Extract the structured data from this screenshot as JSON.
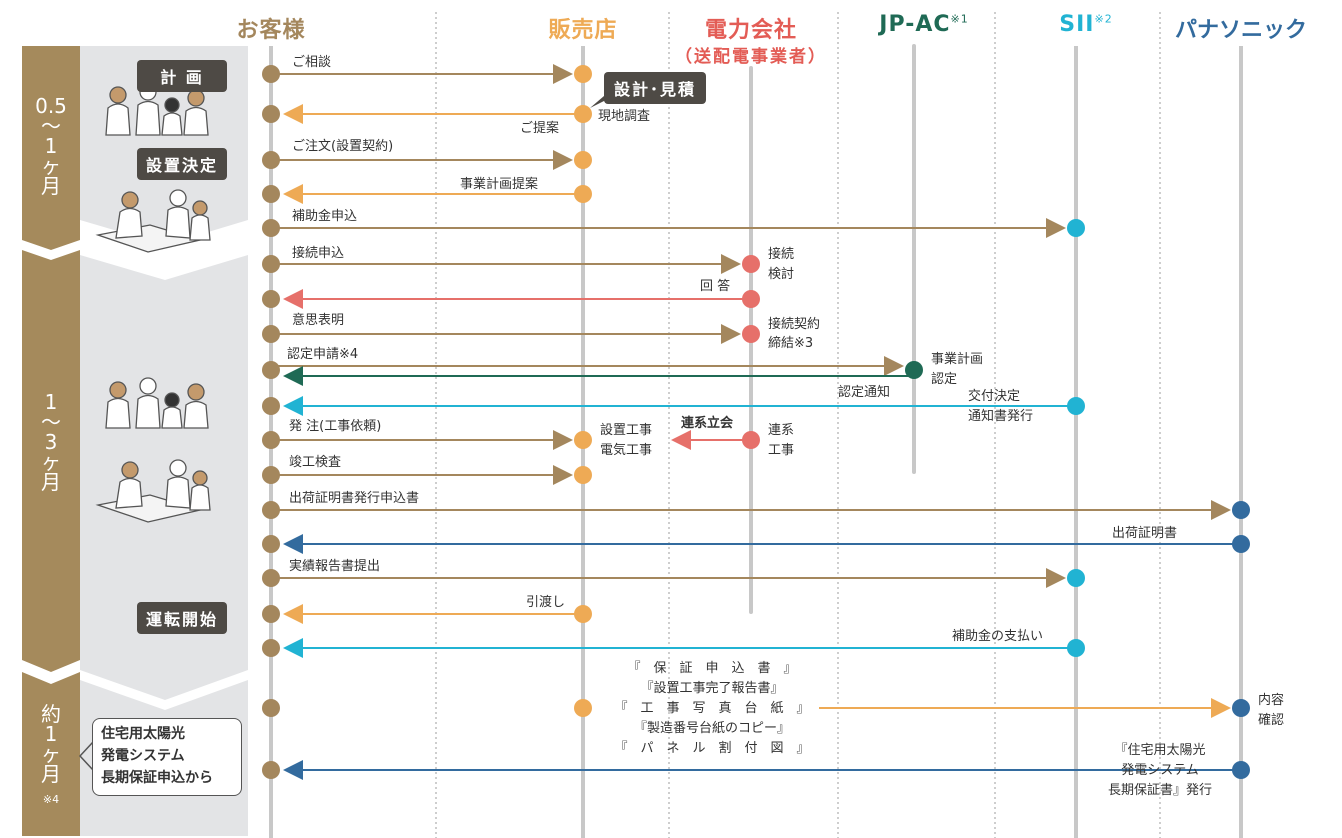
{
  "headers": {
    "customer": "お客様",
    "dealer": "販売店",
    "power": "電力会社",
    "power_sub": "（送配電事業者）",
    "jpac": "JP-AC",
    "jpac_note": "※1",
    "sii": "SII",
    "sii_note": "※2",
    "panasonic": "パナソニック"
  },
  "periods": {
    "p1": "0.5\n〜\n1\nヶ\n月",
    "p2": "1\n〜\n3\nヶ\n月",
    "p3": "約\n1\nヶ\n月",
    "p3_note": "※4"
  },
  "tags": {
    "plan": "計 画",
    "decide": "設置決定",
    "design": "設計･見積",
    "start": "運転開始"
  },
  "note_box": "住宅用太陽光\n発電システム\n長期保証申込から",
  "labels": {
    "consult": "ご相談",
    "proposal": "ご提案",
    "survey": "現地調査",
    "order": "ご注文(設置契約)",
    "bizplan": "事業計画提案",
    "subsidy_apply": "補助金申込",
    "conn_apply": "接続申込",
    "conn_review_1": "接続",
    "conn_review_2": "検討",
    "answer": "回 答",
    "intent": "意思表明",
    "conn_contract_1": "接続契約",
    "conn_contract_2": "締結※3",
    "cert_apply": "認定申請※4",
    "bizplan_cert_1": "事業計画",
    "bizplan_cert_2": "認定",
    "cert_notice": "認定通知",
    "grant_1": "交付決定",
    "grant_2": "通知書発行",
    "work_order": "発 注(工事依頼)",
    "install_1": "設置工事",
    "install_2": "電気工事",
    "grid_witness": "連系立会",
    "grid_work_1": "連系",
    "grid_work_2": "工事",
    "completion": "竣工検査",
    "ship_apply": "出荷証明書発行申込書",
    "ship_cert": "出荷証明書",
    "report": "実績報告書提出",
    "handover": "引渡し",
    "subsidy_pay": "補助金の支払い",
    "doc1": "『　保　証　申　込　書　』",
    "doc2": "『設置工事完了報告書』",
    "doc3": "『　工　事　写　真　台　紙　』",
    "doc4": "『製造番号台紙のコピー』",
    "doc5": "『　パ　ネ　ル　割　付　図　』",
    "check_1": "内容",
    "check_2": "確認",
    "warranty_1": "『住宅用太陽光",
    "warranty_2": "発電システム",
    "warranty_3": "長期保証書』発行"
  },
  "colors": {
    "customer": "#a4875d",
    "dealer": "#eeaa55",
    "power": "#e6706a",
    "jpac": "#1f6a55",
    "sii": "#21b3d3",
    "panasonic": "#336b9e",
    "period_bg": "#a58a5c",
    "panel_bg": "#e3e4e6"
  }
}
